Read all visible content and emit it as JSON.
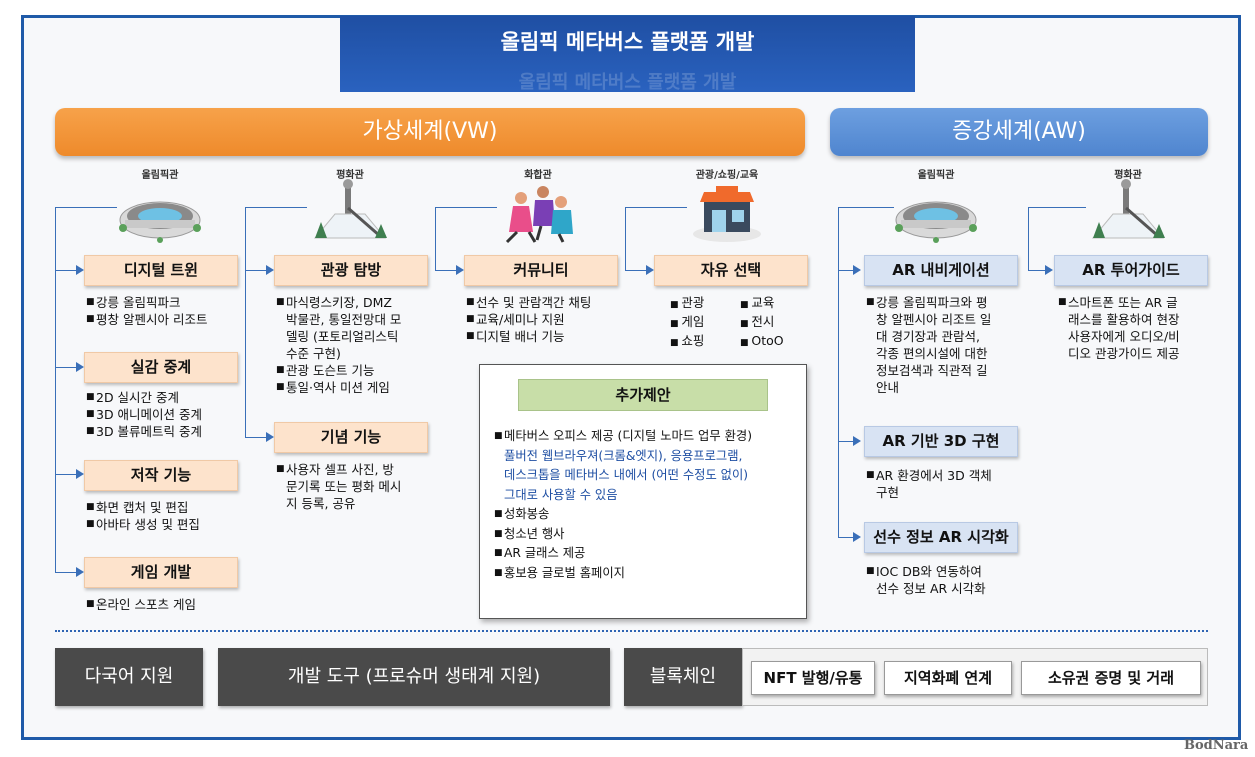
{
  "title": "올림픽 메타버스 플랫폼 개발",
  "title_sub": "올림픽 메타버스 플랫폼 개발",
  "vw": {
    "banner": "가상세계(VW)",
    "columns": [
      {
        "label": "올림픽관",
        "icon": "stadium-icon",
        "sections": [
          {
            "title": "디지털 트윈",
            "items": [
              "강릉 올림픽파크",
              "평창 알펜시아 리조트"
            ]
          },
          {
            "title": "실감 중계",
            "items": [
              "2D 실시간 중계",
              "3D 애니메이션 중계",
              "3D 볼류메트릭 중계"
            ]
          },
          {
            "title": "저작 기능",
            "items": [
              "화면 캡처 및 편집",
              "아바타 생성 및 편집"
            ]
          },
          {
            "title": "게임 개발",
            "items": [
              "온라인 스포츠 게임"
            ]
          }
        ]
      },
      {
        "label": "평화관",
        "icon": "ski-jump-icon",
        "sections": [
          {
            "title": "관광 탐방",
            "items": [
              [
                "마식령스키장, DMZ",
                "박물관, 통일전망대 모",
                "델링 (포토리얼리스틱",
                "수준 구현)"
              ],
              "관광 도슨트 기능",
              "통일·역사 미션 게임"
            ]
          },
          {
            "title": "기념 기능",
            "items": [
              [
                "사용자 셀프 사진, 방",
                "문기록 또는 평화 메시",
                "지 등록, 공유"
              ]
            ]
          }
        ]
      },
      {
        "label": "화합관",
        "icon": "people-icon",
        "sections": [
          {
            "title": "커뮤니티",
            "items": [
              "선수 및 관람객간 채팅",
              "교육/세미나 지원",
              "디지털 배너 기능"
            ]
          }
        ]
      },
      {
        "label": "관광/쇼핑/교육",
        "icon": "shop-icon",
        "sections": [
          {
            "title": "자유 선택",
            "grid": [
              "관광",
              "교육",
              "게임",
              "전시",
              "쇼핑",
              "OtoO"
            ]
          }
        ]
      }
    ],
    "extra": {
      "title": "추가제안",
      "items": [
        {
          "text": "메타버스 오피스 제공 (디지털 노마드 업무 환경)",
          "sub": [
            "풀버전 웹브라우져(크롬&엣지), 응용프로그램,",
            "데스크톱을 메타버스 내에서 (어떤 수정도 없이)",
            "그대로 사용할 수 있음"
          ]
        },
        {
          "text": "성화봉송"
        },
        {
          "text": "청소년 행사"
        },
        {
          "text": "AR 글래스 제공"
        },
        {
          "text": "홍보용 글로벌 홈페이지"
        }
      ]
    }
  },
  "aw": {
    "banner": "증강세계(AW)",
    "columns": [
      {
        "label": "올림픽관",
        "icon": "stadium-icon",
        "sections": [
          {
            "title": "AR 내비게이션",
            "items": [
              [
                "강릉 올림픽파크와 평",
                "창 알펜시아 리조트 일",
                "대 경기장과 관람석,",
                "각종 편의시설에 대한",
                "정보검색과 직관적 길",
                "안내"
              ]
            ]
          },
          {
            "title": "AR 기반 3D 구현",
            "items": [
              [
                "AR 환경에서 3D 객체",
                "구현"
              ]
            ]
          },
          {
            "title": "선수 정보 AR 시각화",
            "items": [
              [
                "IOC DB와 연동하여",
                "선수 정보 AR 시각화"
              ]
            ]
          }
        ]
      },
      {
        "label": "평화관",
        "icon": "ski-jump-icon",
        "sections": [
          {
            "title": "AR 투어가이드",
            "items": [
              [
                "스마트폰 또는 AR 글",
                "래스를 활용하여 현장",
                "사용자에게 오디오/비",
                "디오 관광가이드 제공"
              ]
            ]
          }
        ]
      }
    ]
  },
  "bottom": {
    "multilang": "다국어 지원",
    "devtools": "개발 도구 (프로슈머 생태계 지원)",
    "blockchain": "블록체인",
    "bc_items": [
      "NFT 발행/유통",
      "지역화폐 연계",
      "소유권 증명 및 거래"
    ]
  },
  "brand": "BodNara",
  "colors": {
    "frame": "#1f5aa8",
    "vw": "#f09332",
    "aw": "#5b8fd6",
    "dark": "#4a4a4a"
  }
}
